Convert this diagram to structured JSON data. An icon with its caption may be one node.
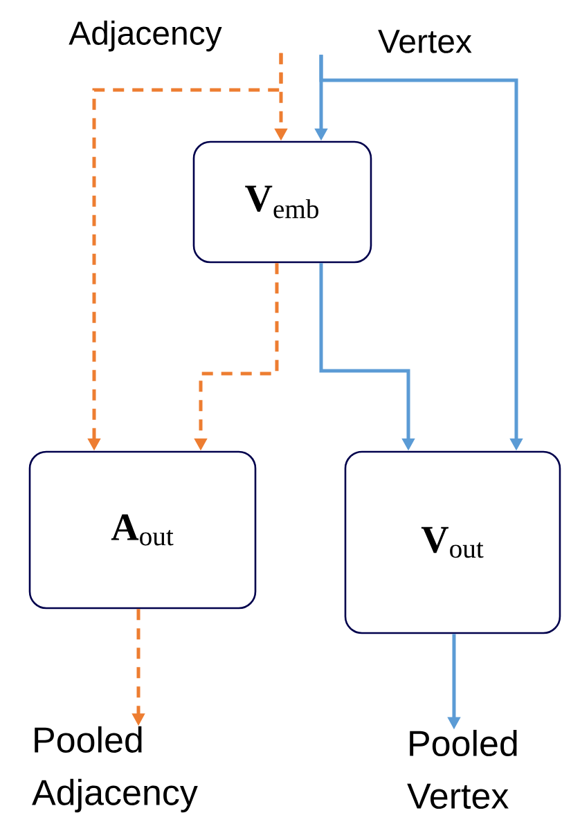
{
  "diagram": {
    "nodes": [
      {
        "text": [
          "Adjacency"
        ]
      },
      {
        "text": [
          "Vertex"
        ]
      },
      {
        "text": [
          "**V**$_{emb}$"
        ]
      },
      {
        "text": [
          "**A**$_{out}$"
        ]
      },
      {
        "text": [
          "**V**$_{out}$"
        ]
      },
      {
        "text": [
          "Pooled Adjacency"
        ]
      },
      {
        "text": [
          "Pooled Vertex"
        ]
      }
    ],
    "edges": [
      {
        "from": 0,
        "to": 2,
        "arrow": "to",
        "style": "dashed",
        "color": "#ed7d31"
      },
      {
        "from": 0,
        "to": 3,
        "arrow": "to",
        "style": "dashed",
        "color": "#ed7d31"
      },
      {
        "from": 2,
        "to": 3,
        "arrow": "to",
        "style": "dashed",
        "color": "#ed7d31"
      },
      {
        "from": 3,
        "to": 5,
        "arrow": "to",
        "style": "dashed",
        "color": "#ed7d31"
      },
      {
        "from": 1,
        "to": 2,
        "arrow": "to",
        "color": "#5b9bd5"
      },
      {
        "from": 1,
        "to": 4,
        "arrow": "to",
        "color": "#5b9bd5"
      },
      {
        "from": 2,
        "to": 4,
        "arrow": "to",
        "color": "#5b9bd5"
      },
      {
        "from": 4,
        "to": 6,
        "arrow": "to",
        "color": "#5b9bd5"
      }
    ]
  }
}
